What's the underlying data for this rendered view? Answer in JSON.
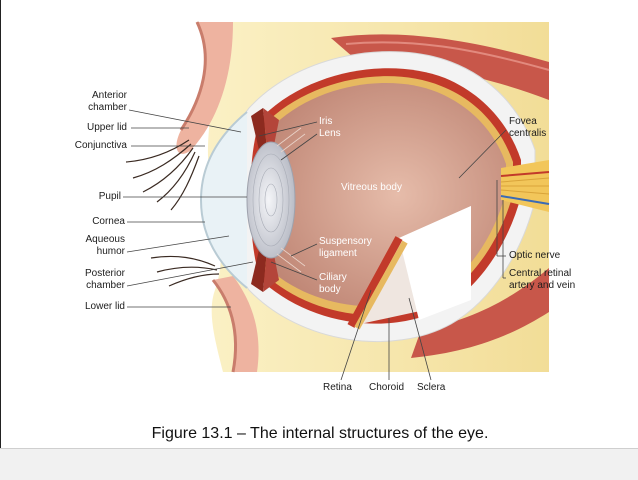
{
  "caption": "Figure 13.1 – The internal structures of the eye.",
  "labels": {
    "anterior_chamber": "Anterior\nchamber",
    "upper_lid": "Upper lid",
    "conjunctiva": "Conjunctiva",
    "pupil": "Pupil",
    "cornea": "Cornea",
    "aqueous_humor": "Aqueous\nhumor",
    "posterior_chamber": "Posterior\nchamber",
    "lower_lid": "Lower lid",
    "iris": "Iris",
    "lens": "Lens",
    "vitreous_body": "Vitreous body",
    "suspensory_ligament": "Suspensory\nligament",
    "ciliary_body": "Ciliary\nbody",
    "fovea_centralis": "Fovea\ncentralis",
    "optic_nerve": "Optic nerve",
    "central_retinal": "Central retinal\nartery and vein",
    "retina": "Retina",
    "choroid": "Choroid",
    "sclera": "Sclera"
  },
  "colors": {
    "fat": "#f7eab3",
    "sclera": "#f3f3f3",
    "choroid": "#c23a2a",
    "retina": "#e7b960",
    "vitreous": "#d2a08c",
    "muscle": "#c8574a",
    "lens": "#d8d9de",
    "nerve": "#f2c65a"
  }
}
